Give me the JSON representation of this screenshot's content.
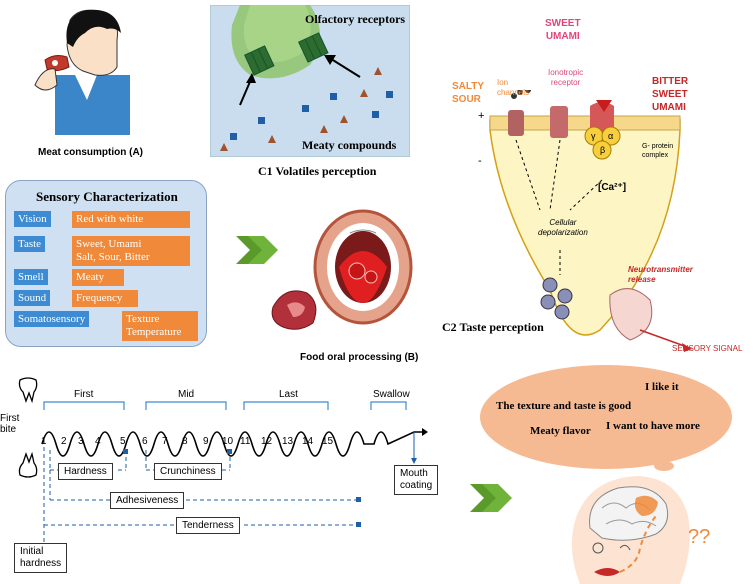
{
  "panel_a": {
    "caption": "Meat consumption (A)"
  },
  "panel_c1": {
    "receptors_label": "Olfactory receptors",
    "compounds_label": "Meaty compounds",
    "caption": "C1 Volatiles perception"
  },
  "sensory": {
    "title": "Sensory Characterization",
    "rows": [
      {
        "sense": "Vision",
        "desc": "Red with white"
      },
      {
        "sense": "Taste",
        "desc": "Sweet, Umami\nSalt, Sour, Bitter"
      },
      {
        "sense": "Smell",
        "desc": "Meaty"
      },
      {
        "sense": "Sound",
        "desc": "Frequency"
      },
      {
        "sense": "Somatosensory",
        "desc": "Texture\nTemperature"
      }
    ]
  },
  "panel_b": {
    "caption": "Food oral processing  (B)"
  },
  "panel_c2": {
    "sweet_umami_top": "SWEET\nUMAMI",
    "salty_sour": "SALTY\nSOUR",
    "ion_channels": "Ion\nchannels",
    "ionotropic": "Ionotropic\nreceptor",
    "bitter_sweet_umami": "BITTER\nSWEET\nUMAMI",
    "g_protein": "G- protein\ncomplex",
    "gamma": "γ",
    "alpha": "α",
    "beta": "β",
    "calcium": "[Ca²⁺]",
    "plus": "+",
    "minus": "-",
    "depolarization": "Cellular\ndepolarization",
    "neurotransmitter": "Neurotransmitter\nrelease",
    "sensory_signal": "SENSORY SIGNAL",
    "caption": "C2 Taste perception"
  },
  "chewing": {
    "first_bite": "First\nbite",
    "phases": [
      "First",
      "Mid",
      "Last",
      "Swallow"
    ],
    "chew_numbers": [
      "1",
      "2",
      "3",
      "4",
      "5",
      "6",
      "7",
      "8",
      "9",
      "10",
      "11",
      "12",
      "13",
      "14",
      "15"
    ],
    "attributes": [
      "Hardness",
      "Crunchiness",
      "Adhesiveness",
      "Tenderness"
    ],
    "mouth_coating": "Mouth\ncoating",
    "initial_hardness": "Initial\nhardness"
  },
  "thoughts": {
    "line1": "I like it",
    "line2": "The texture and taste is good",
    "line3": "Meaty flavor",
    "line4": "I want to have more",
    "question": "??"
  },
  "colors": {
    "orange": "#f08a3a",
    "blue": "#3d8bd2",
    "green": "#5a9a2a",
    "red": "#c62828",
    "pink": "#e0467c"
  }
}
